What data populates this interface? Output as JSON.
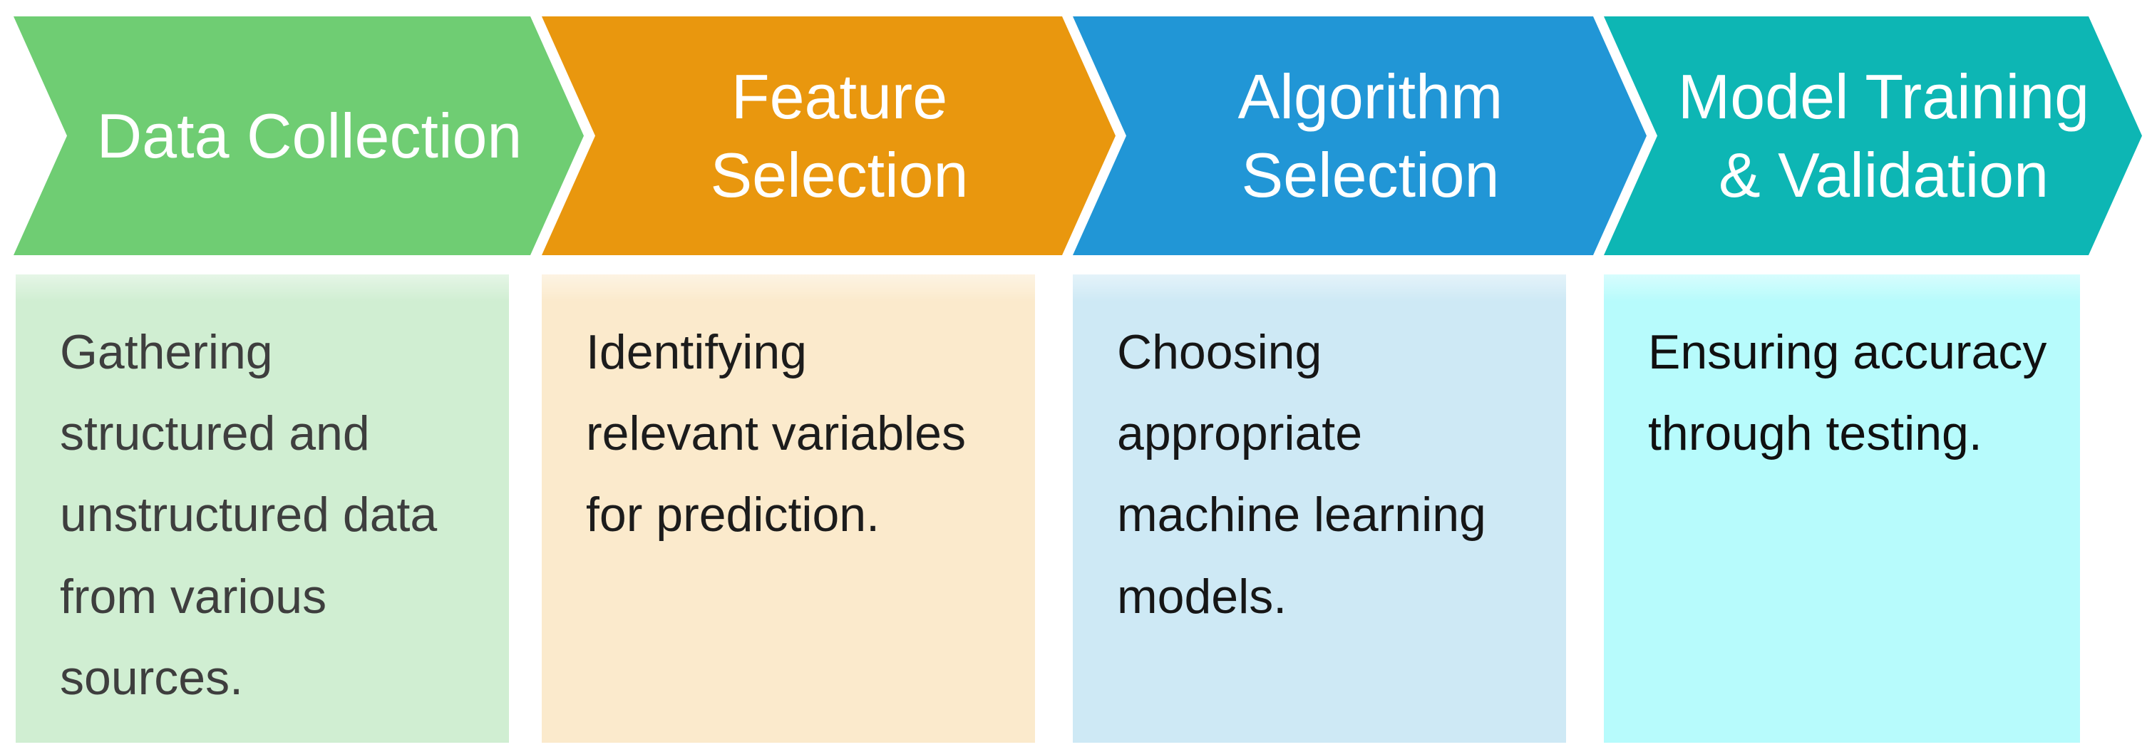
{
  "diagram": {
    "label_color": "#FFFFFF",
    "background": "#FFFFFF",
    "steps": [
      {
        "label": "Data Collection",
        "description": "Gathering structured and unstructured data from various sources.",
        "arrow_color": "#6FCD73",
        "box_color": "#D0EED2",
        "text_color": "#3E3E3E"
      },
      {
        "label": "Feature Selection",
        "description": "Identifying relevant variables for prediction.",
        "arrow_color": "#E9970E",
        "box_color": "#FBEACC",
        "text_color": "#1C1C1C"
      },
      {
        "label": "Algorithm Selection",
        "description": "Choosing appropriate machine learning models.",
        "arrow_color": "#2196D6",
        "box_color": "#CEE9F5",
        "text_color": "#161616"
      },
      {
        "label": "Model Training & Validation",
        "description": "Ensuring accuracy through testing.",
        "arrow_color": "#0DB6B4",
        "box_color": "#B7FBFC",
        "text_color": "#101010"
      }
    ]
  }
}
